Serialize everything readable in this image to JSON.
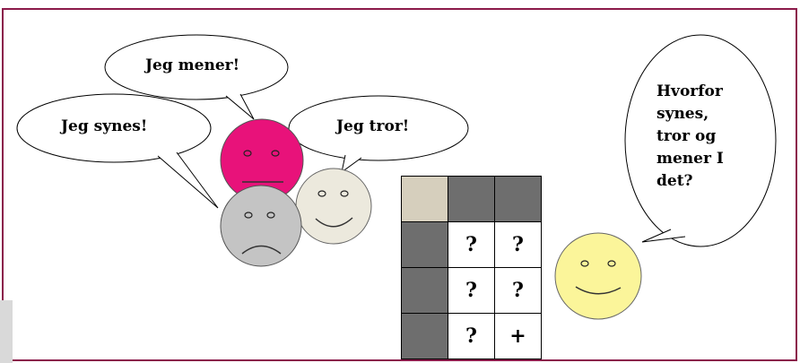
{
  "bubbles": {
    "mener": "Jeg mener!",
    "synes": "Jeg synes!",
    "tror": "Jeg tror!",
    "question": [
      "Hvorfor",
      "synes,",
      "tror og",
      "mener I",
      "det?"
    ]
  },
  "grid": {
    "rows": [
      [
        "",
        "",
        ""
      ],
      [
        "",
        "?",
        "?"
      ],
      [
        "",
        "?",
        "?"
      ],
      [
        "",
        "?",
        "+"
      ]
    ]
  },
  "colors": {
    "frame_border": "#8b1a4a",
    "pink_face": "#e8127a",
    "white_face": "#ece9dd",
    "grey_face": "#c4c4c4",
    "yellow_face": "#fbf59a",
    "grid_dark": "#6e6e6e",
    "grid_beige": "#d6cfbd"
  }
}
